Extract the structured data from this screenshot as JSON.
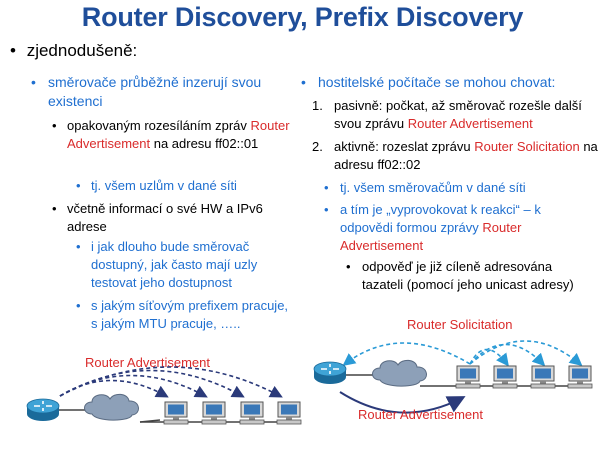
{
  "title": "Router Discovery, Prefix Discovery",
  "top_bullet": "zjednodušeně:",
  "left": {
    "heading": "směrovače průběžně inzerují svou existenci",
    "item1_pre": "opakovaným rozesíláním zpráv",
    "item1_red": "Router Advertisement",
    "item1_post": "na adresu ff02::01",
    "item1_sub": "tj. všem uzlům v dané síti",
    "item2": "včetně informací o své HW a IPv6 adrese",
    "item2_sub1": "i jak dlouho bude směrovač dostupný, jak často mají uzly testovat jeho dostupnost",
    "item2_sub2": "s jakým síťovým prefixem pracuje, s jakým MTU pracuje, …..",
    "diagram_label": "Router Advertisement"
  },
  "right": {
    "heading": "hostitelské počítače se mohou chovat:",
    "n1": "1.",
    "item1_pre": "pasivně: počkat, až směrovač rozešle další svou zprávu",
    "item1_red": "Router Advertisement",
    "n2": "2.",
    "item2_pre": "aktivně: rozeslat zprávu",
    "item2_red": "Router Solicitation",
    "item2_post": "na adresu ff02::02",
    "item2_sub1": "tj. všem směrovačům v dané síti",
    "item2_sub2_pre": "a tím je „vyprovokovat k reakci“ – k odpovědi formou zprávy",
    "item2_sub2_red": "Router Advertisement",
    "item2_sub3": "odpověď je již cíleně adresována tazateli (pomocí jeho unicast adresy)",
    "diagram_label_top": "Router Solicitation",
    "diagram_label_bottom": "Router Advertisement"
  },
  "colors": {
    "title": "#1f4e9a",
    "accent": "#1f6fd0",
    "highlight": "#d92b2b",
    "arrow_dark": "#2b3a7a",
    "arrow_light": "#2a9ad6"
  }
}
